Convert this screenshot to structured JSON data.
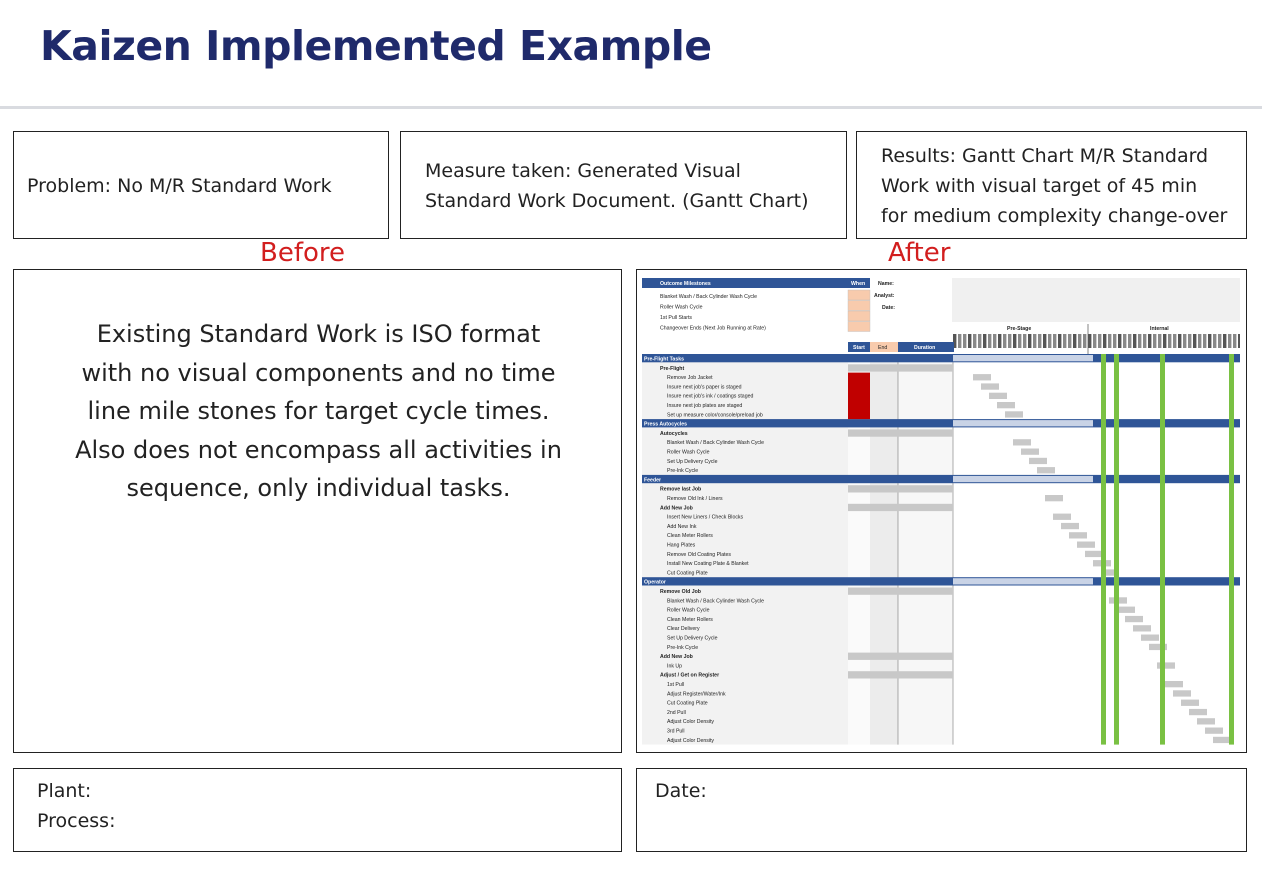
{
  "title": "Kaizen Implemented Example",
  "problem": "Problem: No M/R Standard Work",
  "measure": [
    "Measure taken: Generated Visual",
    "Standard Work Document. (Gantt Chart)"
  ],
  "results": [
    "Results: Gantt Chart M/R Standard",
    "Work with visual target of 45 min",
    "for medium complexity change-over"
  ],
  "before_label": "Before",
  "after_label": "After",
  "before_text": [
    "Existing Standard Work is ISO format",
    "with no visual components and no time",
    "line mile stones for target cycle times.",
    "Also does not encompass all activities in",
    "sequence, only individual tasks."
  ],
  "plant_label": "Plant:",
  "process_label": "Process:",
  "date_label": "Date:",
  "gantt": {
    "milestones_header": "Outcome Milestones",
    "when_header": "When",
    "name_label": "Name:",
    "analyst_label": "Analyst:",
    "date_label": "Date:",
    "milestones": [
      "Blanket Wash / Back Cylinder Wash Cycle",
      "Roller Wash Cycle",
      "1st Pull Starts",
      "Changeover Ends (Next Job Running at Rate)"
    ],
    "stage_labels": [
      "Pre-Stage",
      "Internal"
    ],
    "col_headers": [
      "Start",
      "End",
      "Duration"
    ],
    "rows": [
      {
        "text": "Pre-Flight Tasks",
        "kind": "section"
      },
      {
        "text": "Pre-Flight",
        "kind": "group"
      },
      {
        "text": "Remove Job Jacket",
        "kind": "task"
      },
      {
        "text": "Insure next job's paper is staged",
        "kind": "task"
      },
      {
        "text": "Insure next job's ink / coatings staged",
        "kind": "task"
      },
      {
        "text": "Insure next job plates are staged",
        "kind": "task"
      },
      {
        "text": "Set up measure color/console/preload job",
        "kind": "task"
      },
      {
        "text": "Press Autocycles",
        "kind": "section"
      },
      {
        "text": "Autocycles",
        "kind": "group"
      },
      {
        "text": "Blanket Wash / Back Cylinder Wash Cycle",
        "kind": "task"
      },
      {
        "text": "Roller Wash Cycle",
        "kind": "task"
      },
      {
        "text": "Set Up Delivery Cycle",
        "kind": "task"
      },
      {
        "text": "Pre-Ink Cycle",
        "kind": "task"
      },
      {
        "text": "Feeder",
        "kind": "section"
      },
      {
        "text": "Remove last Job",
        "kind": "group"
      },
      {
        "text": "Remove Old Ink / Liners",
        "kind": "task"
      },
      {
        "text": "Add New Job",
        "kind": "group"
      },
      {
        "text": "Insert New Liners / Check Blocks",
        "kind": "task"
      },
      {
        "text": "Add New Ink",
        "kind": "task"
      },
      {
        "text": "Clean Meter Rollers",
        "kind": "task"
      },
      {
        "text": "Hang Plates",
        "kind": "task"
      },
      {
        "text": "Remove Old Coating Plates",
        "kind": "task"
      },
      {
        "text": "Install New Coating Plate & Blanket",
        "kind": "task"
      },
      {
        "text": "Cut Coating Plate",
        "kind": "task"
      },
      {
        "text": "Operator",
        "kind": "section"
      },
      {
        "text": "Remove Old Job",
        "kind": "group"
      },
      {
        "text": "Blanket Wash / Back Cylinder Wash Cycle",
        "kind": "task"
      },
      {
        "text": "Roller Wash Cycle",
        "kind": "task"
      },
      {
        "text": "Clean Meter Rollers",
        "kind": "task"
      },
      {
        "text": "Clear Delivery",
        "kind": "task"
      },
      {
        "text": "Set Up Delivery Cycle",
        "kind": "task"
      },
      {
        "text": "Pre-Ink Cycle",
        "kind": "task"
      },
      {
        "text": "Add New Job",
        "kind": "group"
      },
      {
        "text": "Ink Up",
        "kind": "task"
      },
      {
        "text": "Adjust / Get on Register",
        "kind": "group"
      },
      {
        "text": "1st Pull",
        "kind": "task"
      },
      {
        "text": "Adjust Register/Water/Ink",
        "kind": "task"
      },
      {
        "text": "Cut Coating Plate",
        "kind": "task"
      },
      {
        "text": "2nd Pull",
        "kind": "task"
      },
      {
        "text": "Adjust Color Density",
        "kind": "task"
      },
      {
        "text": "3rd Pull",
        "kind": "task"
      },
      {
        "text": "Adjust Color Density",
        "kind": "task"
      }
    ]
  },
  "colors": {
    "title": "#1f2a6b",
    "label_red": "#d21e1e",
    "gantt_header": "#2f5597",
    "gantt_green": "#7ac143",
    "gantt_red": "#c00000",
    "gantt_orange": "#f8cbad"
  }
}
